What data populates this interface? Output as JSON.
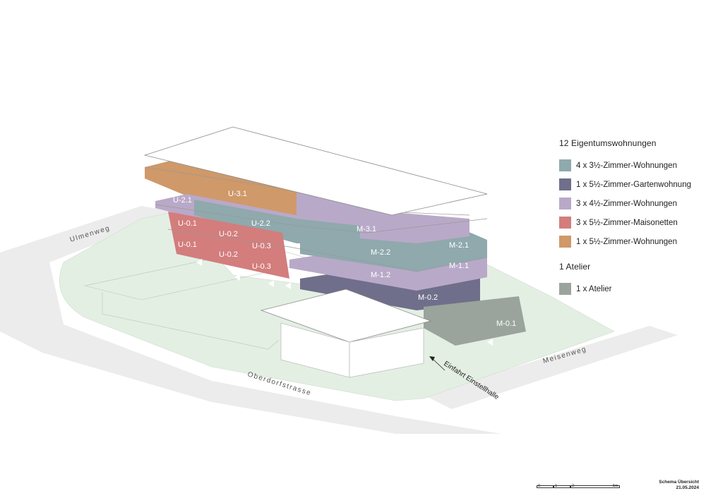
{
  "legend": {
    "heading_apartments": "12 Eigentumswohnungen",
    "items": [
      {
        "color": "#8fa9ad",
        "label": "4 x 3½-Zimmer-Wohnungen"
      },
      {
        "color": "#6f6f8b",
        "label": "1 x 5½-Zimmer-Gartenwohnung"
      },
      {
        "color": "#b9a9c8",
        "label": "3 x 4½-Zimmer-Wohnungen"
      },
      {
        "color": "#d37d7d",
        "label": "3 x 5½-Zimmer-Maisonetten"
      },
      {
        "color": "#cf9969",
        "label": "1 x 5½-Zimmer-Wohnungen"
      }
    ],
    "heading_atelier": "1 Atelier",
    "atelier_item": {
      "color": "#9aa49c",
      "label": "1 x Atelier"
    }
  },
  "streets": {
    "ulmenweg": "Ulmenweg",
    "oberdorfstrasse": "Oberdorfstrasse",
    "meisenweg": "Meisenweg"
  },
  "annotation": "Einfahrt Einstellhalle",
  "units": {
    "u31": "U-3.1",
    "u21": "U-2.1",
    "u22": "U-2.2",
    "u01a": "U-0.1",
    "u02a": "U-0.2",
    "u01b": "U-0.1",
    "u02b": "U-0.2",
    "u03": "U-0.3",
    "u03b": "U-0.3",
    "m31": "M-3.1",
    "m22": "M-2.2",
    "m21": "M-2.1",
    "m12": "M-1.2",
    "m11": "M-1.1",
    "m02": "M-0.2",
    "m01": "M-0.1"
  },
  "titleblock": {
    "title": "Schema Übersicht",
    "date": "21.05.2024"
  },
  "scale": {
    "l0": "0",
    "l1": "1",
    "l2": "2",
    "l5": "5m"
  },
  "colors": {
    "teal": "#8fa9ad",
    "navy": "#6f6f8b",
    "lilac": "#b9a9c8",
    "red": "#d37d7d",
    "orange": "#cf9969",
    "atelier": "#9aa49c",
    "green": "#e4efe4",
    "road": "#ececec"
  }
}
